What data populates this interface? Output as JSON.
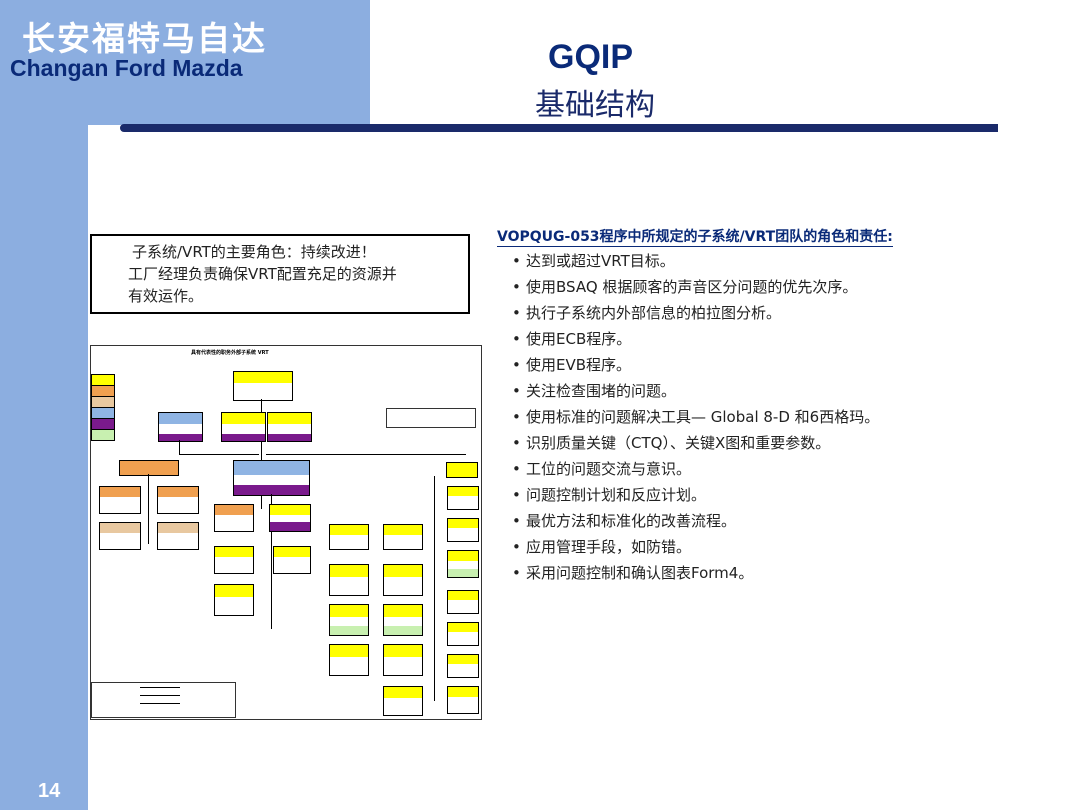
{
  "header": {
    "brand_cn": "长安福特马自达",
    "brand_en": "Changan Ford Mazda",
    "title_en": "GQIP",
    "title_cn": "基础结构"
  },
  "role_box": {
    "lines": [
      "子系统/VRT的主要角色：持续改进！",
      "工厂经理负责确保VRT配置充足的资源并",
      "有效运作。"
    ]
  },
  "org_chart": {
    "title": "具有代表性的职务外部子系统 VRT"
  },
  "responsibilities": {
    "title": "VOPQUG-053程序中所规定的子系统/VRT团队的角色和责任:",
    "bullet": "•",
    "items": [
      "达到或超过VRT目标。",
      "使用BSAQ 根据顾客的声音区分问题的优先次序。",
      "执行子系统内外部信息的柏拉图分析。",
      "使用ECB程序。",
      "使用EVB程序。",
      "关注检查围堵的问题。",
      "使用标准的问题解决工具— Global 8-D 和6西格玛。",
      "识别质量关键（CTQ）、关键X图和重要参数。",
      "工位的问题交流与意识。",
      "问题控制计划和反应计划。",
      "最优方法和标准化的改善流程。",
      "应用管理手段，如防错。",
      "采用问题控制和确认图表Form4。"
    ]
  },
  "colors": {
    "sidebar": "#8caee0",
    "title_navy": "#0a2a78",
    "box_yellow": "#ffff00",
    "box_purple": "#7a1a8c",
    "box_blue": "#8fb4e3",
    "box_orange": "#f0a050",
    "box_green": "#c8f0b0",
    "box_tan": "#e8c8a0"
  },
  "page": {
    "number": "14"
  }
}
